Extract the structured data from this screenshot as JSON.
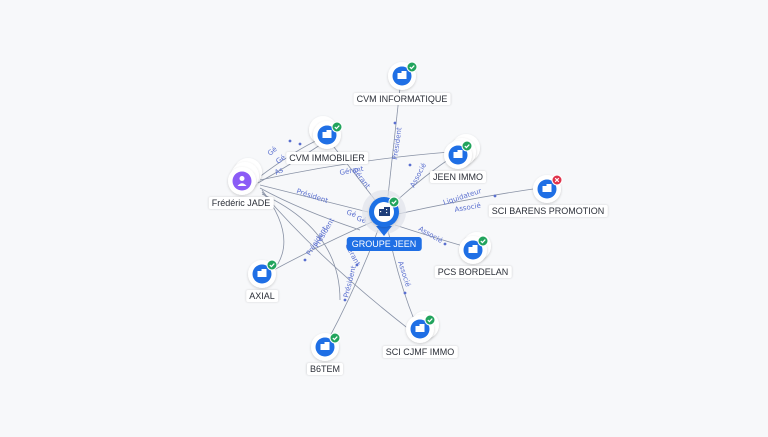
{
  "colors": {
    "accent": "#1f6fe5",
    "person": "#8b5cf6",
    "ok": "#22a45d",
    "error": "#e0334b",
    "edge": "#8a93a6",
    "edge_label": "#5a6fcf"
  },
  "center": {
    "label": "GROUPE JEEN",
    "icon": "building-icon",
    "status": "ok"
  },
  "nodes": [
    {
      "id": "cvm-informatique",
      "label": "CVM INFORMATIQUE",
      "type": "company",
      "status": "ok"
    },
    {
      "id": "cvm-immobilier",
      "label": "CVM IMMOBILIER",
      "type": "company",
      "status": "ok"
    },
    {
      "id": "jeen-immo",
      "label": "JEEN IMMO",
      "type": "company",
      "status": "ok"
    },
    {
      "id": "frederic-jade",
      "label": "Frédéric JADE",
      "type": "person",
      "status": "none"
    },
    {
      "id": "sci-barens",
      "label": "SCI BARENS PROMOTION",
      "type": "company",
      "status": "error"
    },
    {
      "id": "pcs-bordelan",
      "label": "PCS BORDELAN",
      "type": "company",
      "status": "ok"
    },
    {
      "id": "axial",
      "label": "AXIAL",
      "type": "company",
      "status": "ok"
    },
    {
      "id": "sci-cjmf",
      "label": "SCI CJMF IMMO",
      "type": "company",
      "status": "ok"
    },
    {
      "id": "b6tem",
      "label": "B6TEM",
      "type": "company",
      "status": "ok"
    }
  ],
  "edges": [
    {
      "id": "e1",
      "label": "Président"
    },
    {
      "id": "e2",
      "label": "Gérant"
    },
    {
      "id": "e3",
      "label": "Associé"
    },
    {
      "id": "e4",
      "label": "Liquidateur"
    },
    {
      "id": "e5",
      "label": "Associé"
    },
    {
      "id": "e6",
      "label": "Associé"
    },
    {
      "id": "e7",
      "label": "Associé"
    },
    {
      "id": "e8",
      "label": "Président"
    },
    {
      "id": "e9",
      "label": "Président"
    },
    {
      "id": "e10",
      "label": "Gé"
    },
    {
      "id": "e11",
      "label": "Gérant"
    },
    {
      "id": "e12",
      "label": "Président"
    },
    {
      "id": "e13",
      "label": "Président"
    },
    {
      "id": "e14",
      "label": "Gérant"
    },
    {
      "id": "e15",
      "label": "Gé"
    },
    {
      "id": "e16",
      "label": "As"
    },
    {
      "id": "e17",
      "label": "Gé"
    },
    {
      "id": "e18",
      "label": "Gé"
    }
  ]
}
